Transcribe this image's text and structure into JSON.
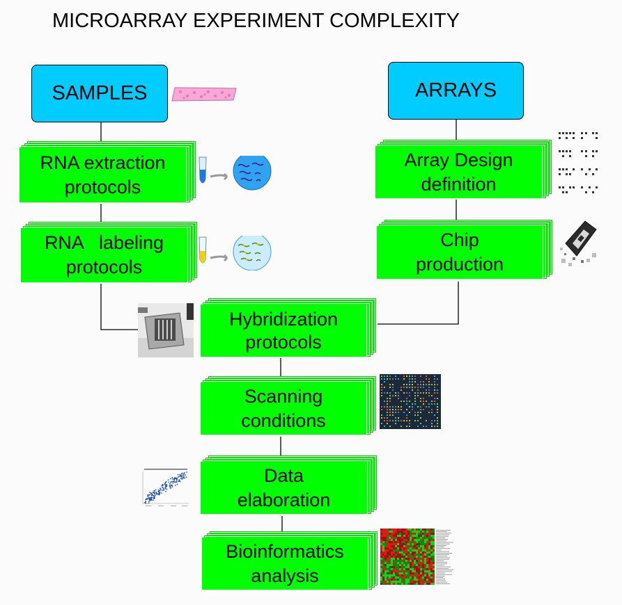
{
  "title": "MICROARRAY EXPERIMENT COMPLEXITY",
  "colors": {
    "box_blue": "#00ccff",
    "box_green": "#00ff00",
    "line": "#000000"
  },
  "samples": "SAMPLES",
  "arrays": "ARRAYS",
  "steps": {
    "rna_extraction": {
      "line1": "RNA extraction",
      "line2": "protocols"
    },
    "rna_labeling": {
      "line1": "RNA   labeling",
      "line2": "protocols"
    },
    "array_design": {
      "line1": "Array Design",
      "line2": "definition"
    },
    "chip_production": {
      "line1": "Chip",
      "line2": "production"
    },
    "hybridization": {
      "line1": "Hybridization",
      "line2": "protocols"
    },
    "scanning": {
      "line1": "Scanning",
      "line2": "conditions"
    },
    "data_elaboration": {
      "line1": "Data",
      "line2": "elaboration"
    },
    "bioinformatics": {
      "line1": "Bioinformatics",
      "line2": "analysis"
    }
  }
}
